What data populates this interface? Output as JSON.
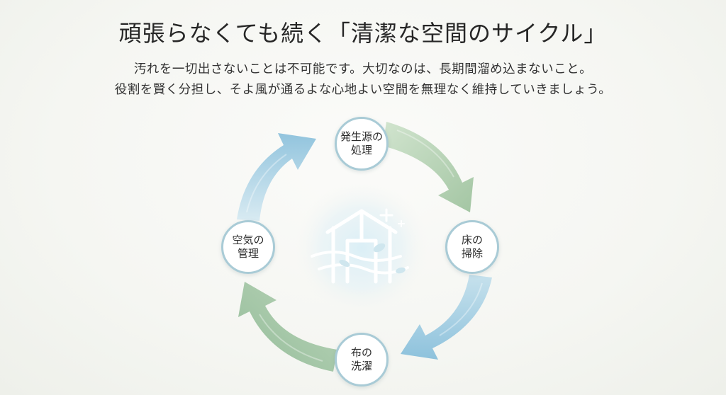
{
  "title": "頑張らなくても続く「清潔な空間のサイクル」",
  "description": {
    "line1": "汚れを一切出さないことは不可能です。大切なのは、長期間溜め込まないこと。",
    "line2": "役割を賢く分担し、そよ風が通るよな心地よい空間を無理なく維持していきましょう。"
  },
  "cycle": {
    "center_icon": "house-with-breeze-icon",
    "nodes": [
      {
        "line1": "発生源の",
        "line2": "処理"
      },
      {
        "line1": "床の",
        "line2": "掃除"
      },
      {
        "line1": "布の",
        "line2": "洗濯"
      },
      {
        "line1": "空気の",
        "line2": "管理"
      }
    ]
  },
  "colors": {
    "arrow_green": "#a9c9a8",
    "arrow_blue": "#9ccbe0",
    "node_border": "#a9cbd6",
    "center_icon": "#aed3e3"
  }
}
